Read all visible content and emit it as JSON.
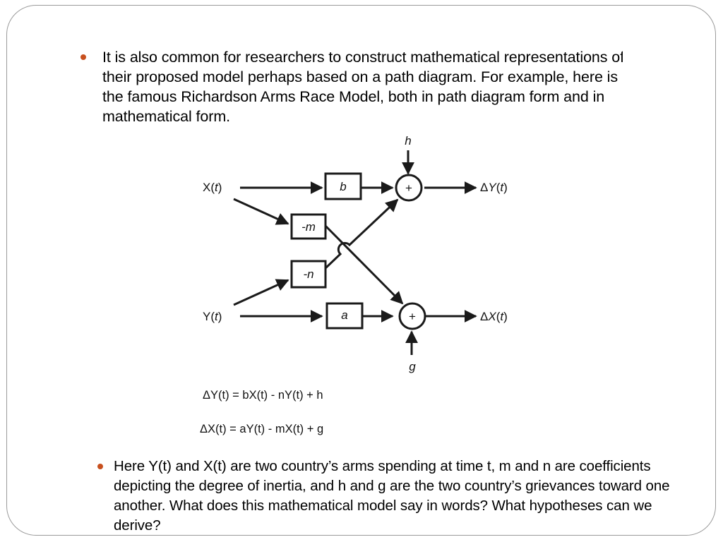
{
  "slide": {
    "bullet1": "It is also common for researchers to construct mathematical representations of their proposed model perhaps based on a path diagram. For example, here is the famous Richardson Arms Race Model, both in path diagram form and in mathematical form.",
    "bullet2": "Here Y(t) and X(t) are two country’s arms spending at time t, m and n are coefficients depicting the degree of inertia, and h and g are the two country’s grievances toward one another. What does this mathematical model say in words? What hypotheses can we derive?"
  },
  "diagram": {
    "inputs": {
      "x_var": "X",
      "y_var": "Y",
      "arg": "t"
    },
    "boxes": {
      "b": "b",
      "neg_m": "-m",
      "neg_n": "-n",
      "a": "a"
    },
    "adders": {
      "top": "+",
      "bottom": "+"
    },
    "constants": {
      "h": "h",
      "g": "g"
    },
    "outputs": {
      "delta": "Δ",
      "y_var": "Y",
      "x_var": "X",
      "arg": "t"
    }
  },
  "equations": {
    "eq1": "ΔY(t) = bX(t) - nY(t) + h",
    "eq2": "ΔX(t) = aY(t) - mX(t) + g"
  },
  "colors": {
    "bullet": "#c8501e",
    "frame": "#9a9a9a"
  }
}
